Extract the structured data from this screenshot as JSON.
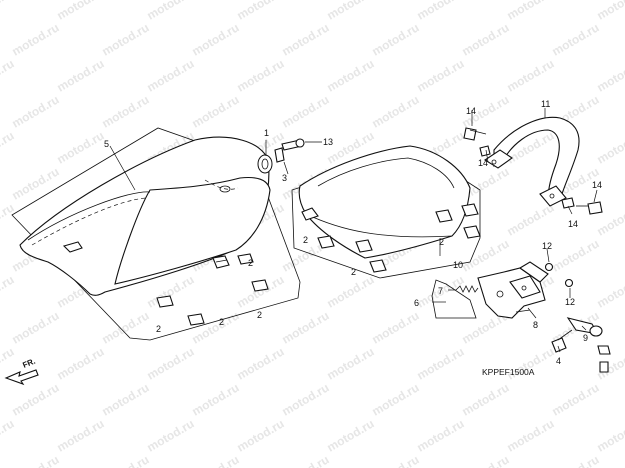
{
  "watermark": {
    "text": "motod.ru"
  },
  "diagram_code": "KPPEF1500A",
  "direction_label": "FR.",
  "callouts": {
    "n1": "1",
    "n2": "2",
    "n3": "3",
    "n4": "4",
    "n5": "5",
    "n6": "6",
    "n7": "7",
    "n8": "8",
    "n9": "9",
    "n10": "10",
    "n11": "11",
    "n12": "12",
    "n13": "13",
    "n14": "14"
  }
}
